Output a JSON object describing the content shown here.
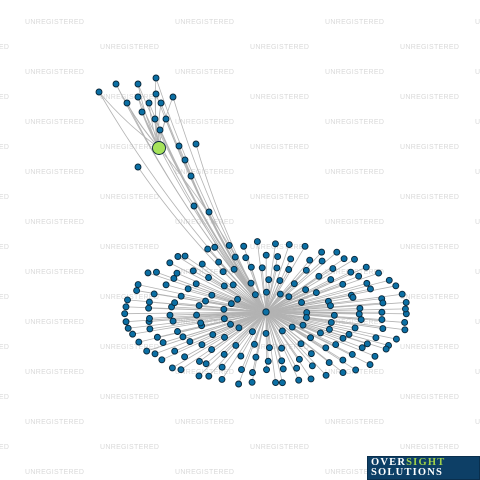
{
  "watermark": {
    "text": "UNREGISTERED"
  },
  "logo": {
    "word1": "OVER",
    "word2": "SIGHT",
    "word3": "SOLUTIONS"
  },
  "colors": {
    "background": "#ffffff",
    "edge": "#b3b3b3",
    "node_fill": "#0b6fa4",
    "node_stroke": "#0a2638",
    "focus_node_fill": "#a6e35a",
    "watermark": "#d9d9d9",
    "logo_bg": "#0d3f66",
    "logo_accent": "#9fd04a"
  },
  "graph": {
    "type": "network",
    "node_count": 218,
    "focus_node_count": 1,
    "layout": "hub with radial cluster of leaf nodes and a chain of nodes leading to a small upper-left group"
  }
}
